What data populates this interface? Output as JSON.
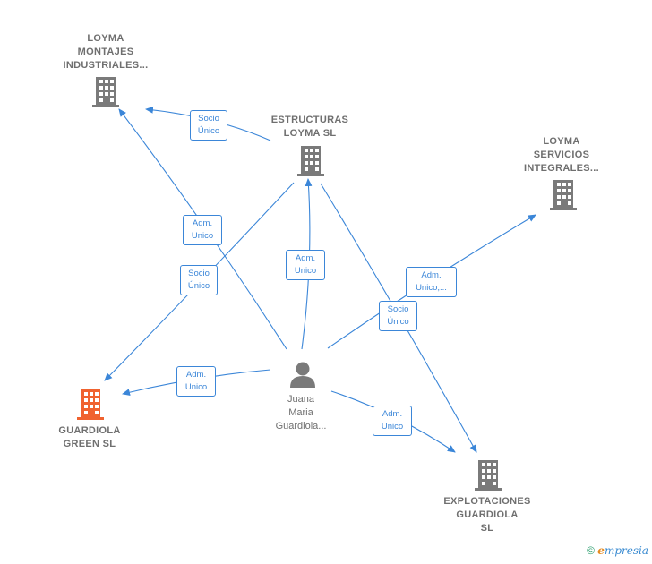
{
  "nodes": {
    "loyma_montajes": {
      "label": "LOYMA\nMONTAJES\nINDUSTRIALES..."
    },
    "estructuras_loyma": {
      "label": "ESTRUCTURAS\nLOYMA SL"
    },
    "loyma_servicios": {
      "label": "LOYMA\nSERVICIOS\nINTEGRALES..."
    },
    "guardiola_green": {
      "label": "GUARDIOLA\nGREEN  SL"
    },
    "explotaciones_guardiola": {
      "label": "EXPLOTACIONES\nGUARDIOLA\nSL"
    },
    "juana_maria": {
      "label": "Juana\nMaria\nGuardiola..."
    }
  },
  "edges": {
    "socio_unico_montajes": "Socio\nÚnico",
    "adm_unico_montajes": "Adm.\nUnico",
    "adm_unico_estructuras": "Adm.\nUnico",
    "socio_unico_green": "Socio\nÚnico",
    "adm_unico_green": "Adm.\nUnico",
    "adm_unico_servicios": "Adm.\nUnico,...",
    "socio_unico_explotaciones": "Socio\nÚnico",
    "adm_unico_explotaciones": "Adm.\nUnico"
  },
  "colors": {
    "edge": "#3b86d8",
    "building": "#7a7a7a",
    "highlight_building": "#f0622f",
    "person": "#7a7a7a"
  },
  "footer": {
    "copyright_symbol": "©",
    "brand_initial": "e",
    "brand_rest": "mpresia"
  }
}
